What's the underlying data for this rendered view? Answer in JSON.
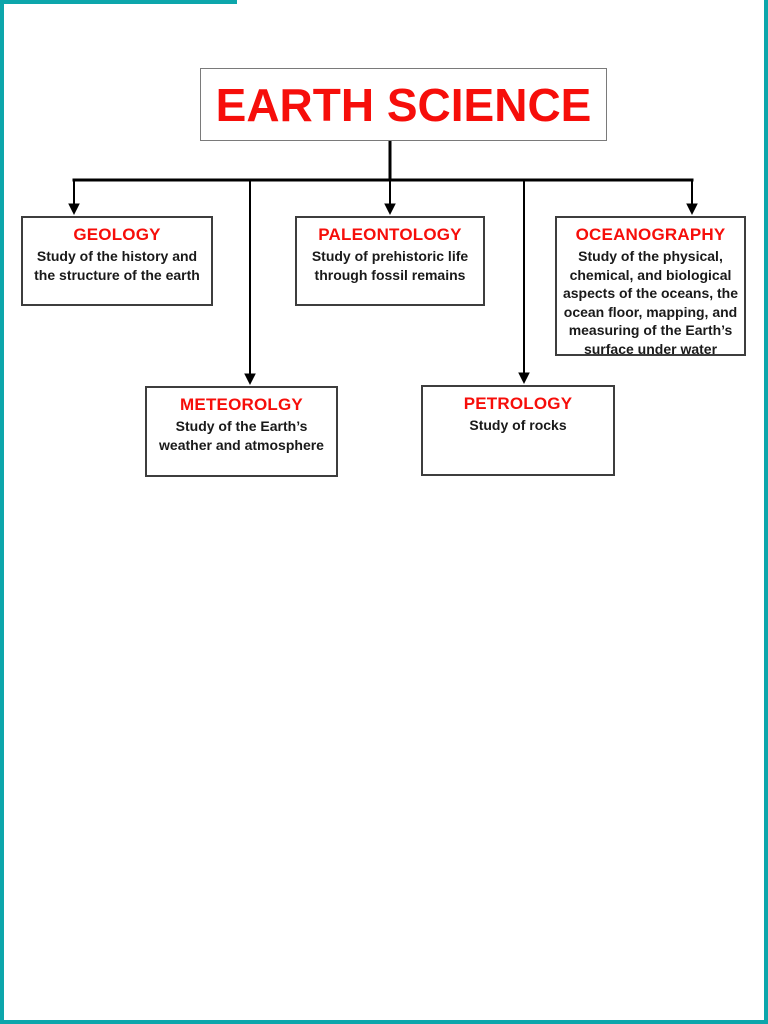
{
  "page": {
    "background_color": "#ffffff",
    "edge_line_color": "#0da6ab",
    "connector_color": "#000000",
    "accent_red": "#f60e0a"
  },
  "chart_data": {
    "type": "flowchart",
    "title": "EARTH SCIENCE",
    "root": {
      "title": "EARTH SCIENCE"
    },
    "nodes": [
      {
        "id": "geology",
        "title": "GEOLOGY",
        "description": "Study of the history and the structure of the earth",
        "lines": [
          "Study of the history and",
          "the structure of the earth"
        ]
      },
      {
        "id": "paleontology",
        "title": "PALEONTOLOGY",
        "description": "Study of prehistoric life through fossil remains",
        "lines": [
          "Study of prehistoric life",
          "through fossil remains"
        ]
      },
      {
        "id": "oceanography",
        "title": "OCEANOGRAPHY",
        "description": "Study of the physical, chemical, and biological aspects of the oceans, the ocean floor, mapping, and measuring of the Earth’s surface under water",
        "lines": [
          "Study of the physical,",
          "chemical, and biological",
          "aspects of the oceans, the",
          "ocean floor, mapping, and",
          "measuring of the Earth’s",
          "surface under water"
        ]
      },
      {
        "id": "meteorology",
        "title": "METEOROLGY",
        "description": "Study of the Earth’s weather and atmosphere",
        "lines": [
          "Study of the Earth’s",
          "weather and atmosphere"
        ]
      },
      {
        "id": "petrology",
        "title": "PETROLOGY",
        "description": "Study of rocks",
        "lines": [
          "Study of rocks"
        ]
      }
    ],
    "edges": [
      [
        "EARTH SCIENCE",
        "GEOLOGY"
      ],
      [
        "EARTH SCIENCE",
        "PALEONTOLOGY"
      ],
      [
        "EARTH SCIENCE",
        "OCEANOGRAPHY"
      ],
      [
        "EARTH SCIENCE",
        "METEOROLGY"
      ],
      [
        "EARTH SCIENCE",
        "PETROLOGY"
      ]
    ]
  }
}
